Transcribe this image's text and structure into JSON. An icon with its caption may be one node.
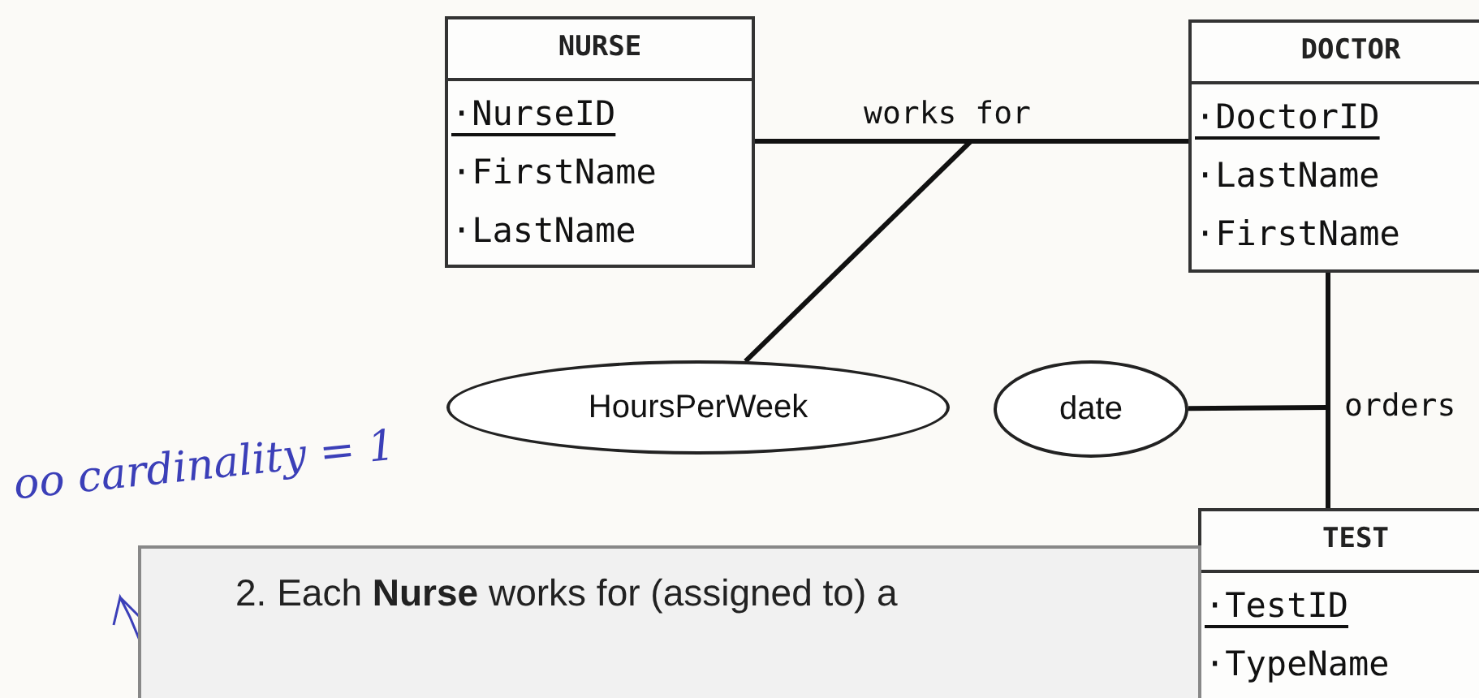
{
  "diagram": {
    "nodes": [
      {
        "text": [
          "NURSE",
          "·NurseID",
          "·FirstName",
          "·LastName"
        ]
      },
      {
        "text": [
          "DOCTOR",
          "·DoctorID",
          "·LastName",
          "·FirstName"
        ]
      },
      {
        "text": [
          "HoursPerWeek"
        ]
      },
      {
        "text": [
          "date"
        ]
      },
      {
        "text": [
          "TEST",
          "·TestID",
          "·TypeName"
        ]
      },
      {
        "text": [
          "2. Each **Nurse** works for (assigned to) a"
        ]
      }
    ],
    "edges": [
      {
        "from": 0,
        "to": 1,
        "arrow": "none",
        "label": "works for"
      },
      {
        "from": 2,
        "to": null,
        "arrow": "none"
      },
      {
        "from": 3,
        "to": null,
        "arrow": "none"
      },
      {
        "from": 1,
        "to": 4,
        "arrow": "none",
        "label": "orders"
      }
    ],
    "labels": [
      "oo cardinality = 1"
    ]
  }
}
